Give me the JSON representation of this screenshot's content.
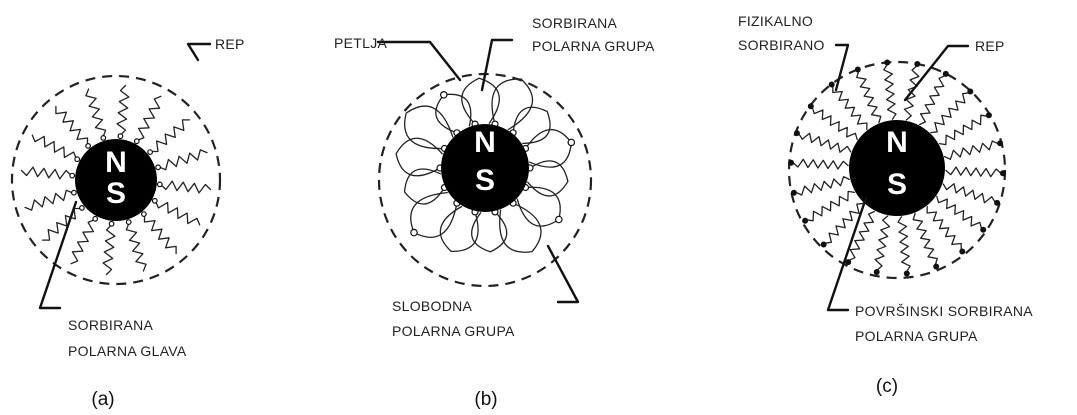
{
  "panels": [
    {
      "caption": "(a)",
      "core": {
        "north": "N",
        "south": "S"
      },
      "labels": {
        "top_right": [
          "REP"
        ],
        "bottom": [
          "SORBIRANA",
          "POLARNA GLAVA"
        ]
      }
    },
    {
      "caption": "(b)",
      "core": {
        "north": "N",
        "south": "S"
      },
      "labels": {
        "top_left": [
          "PETLJA"
        ],
        "top_right": [
          "SORBIRANA",
          "POLARNA GRUPA"
        ],
        "bottom": [
          "SLOBODNA",
          "POLARNA GRUPA"
        ]
      }
    },
    {
      "caption": "(c)",
      "core": {
        "north": "N",
        "south": "S"
      },
      "labels": {
        "top_left": [
          "FIZIKALNO",
          "SORBIRANO"
        ],
        "top_right": [
          "REP"
        ],
        "bottom": [
          "POVRŠINSKI SORBIRANA",
          "POLARNA GRUPA"
        ]
      }
    }
  ]
}
